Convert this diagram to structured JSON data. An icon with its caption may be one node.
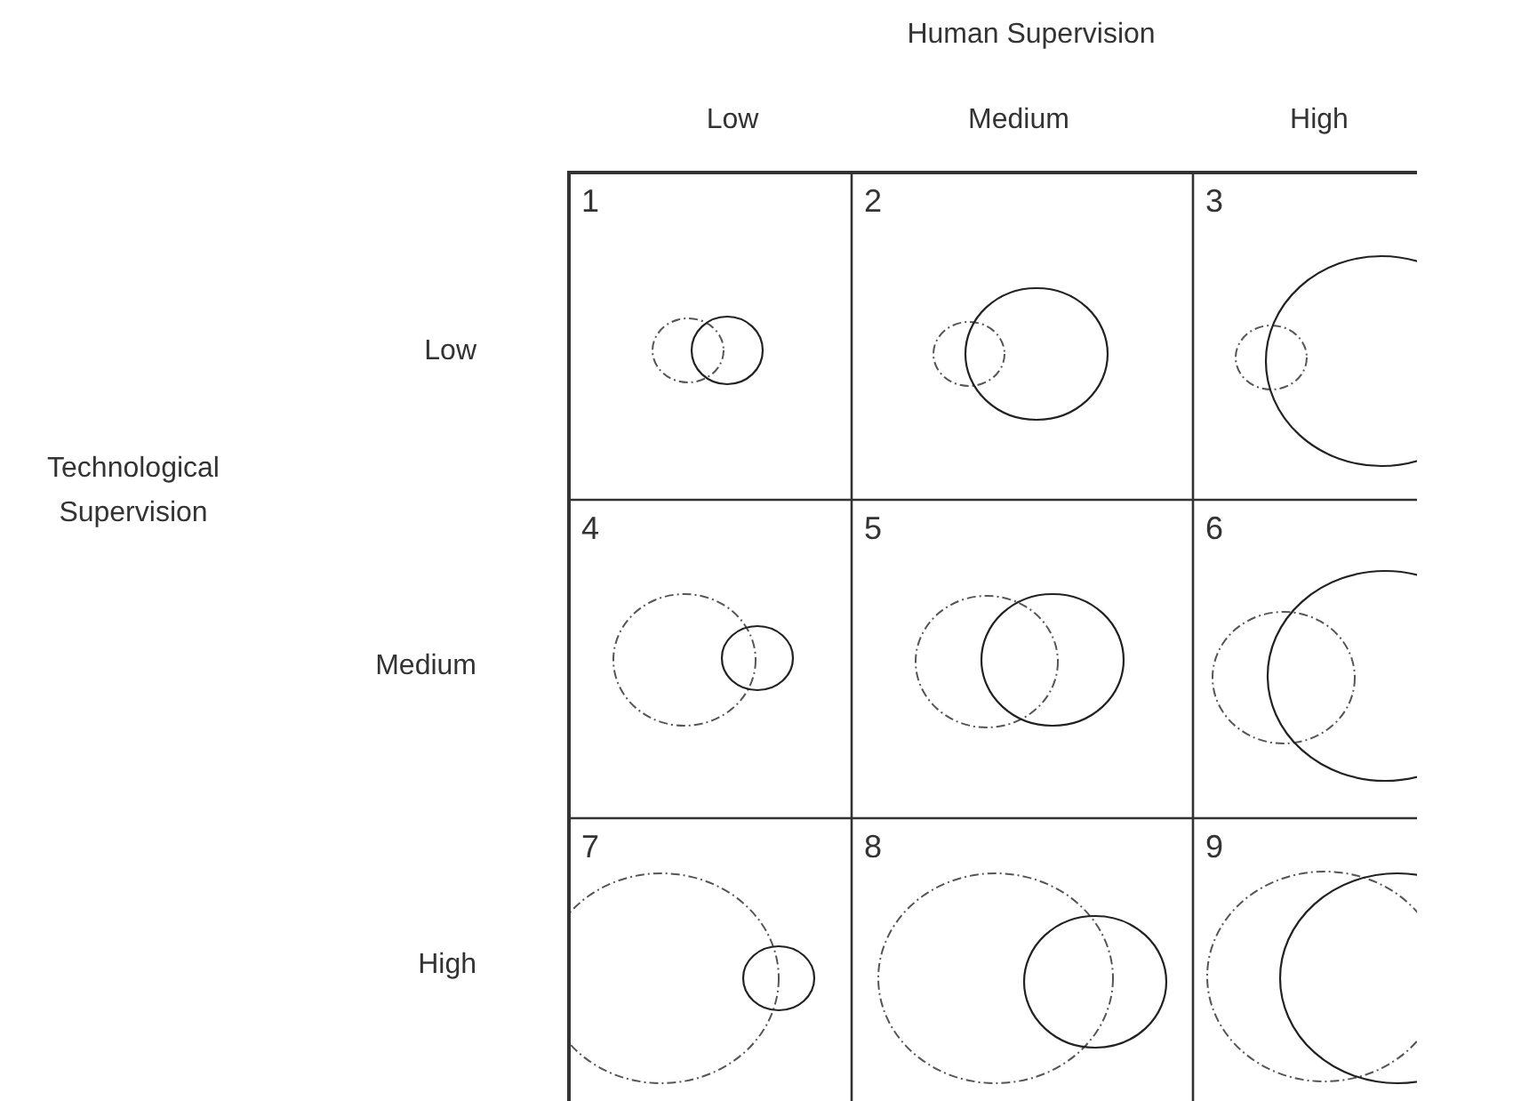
{
  "diagram": {
    "nodes": [
      {
        "text": [
          "1"
        ]
      },
      {
        "text": [
          "2"
        ]
      },
      {
        "text": [
          "3"
        ]
      },
      {
        "text": [
          "4"
        ]
      },
      {
        "text": [
          "5"
        ]
      },
      {
        "text": [
          "6"
        ]
      },
      {
        "text": [
          "7"
        ]
      },
      {
        "text": [
          "8"
        ]
      },
      {
        "text": [
          "9"
        ]
      }
    ],
    "labels": [
      "Human Supervision",
      "Low",
      "Medium",
      "High",
      "Technological Supervision",
      "Low",
      "Medium",
      "High"
    ]
  }
}
